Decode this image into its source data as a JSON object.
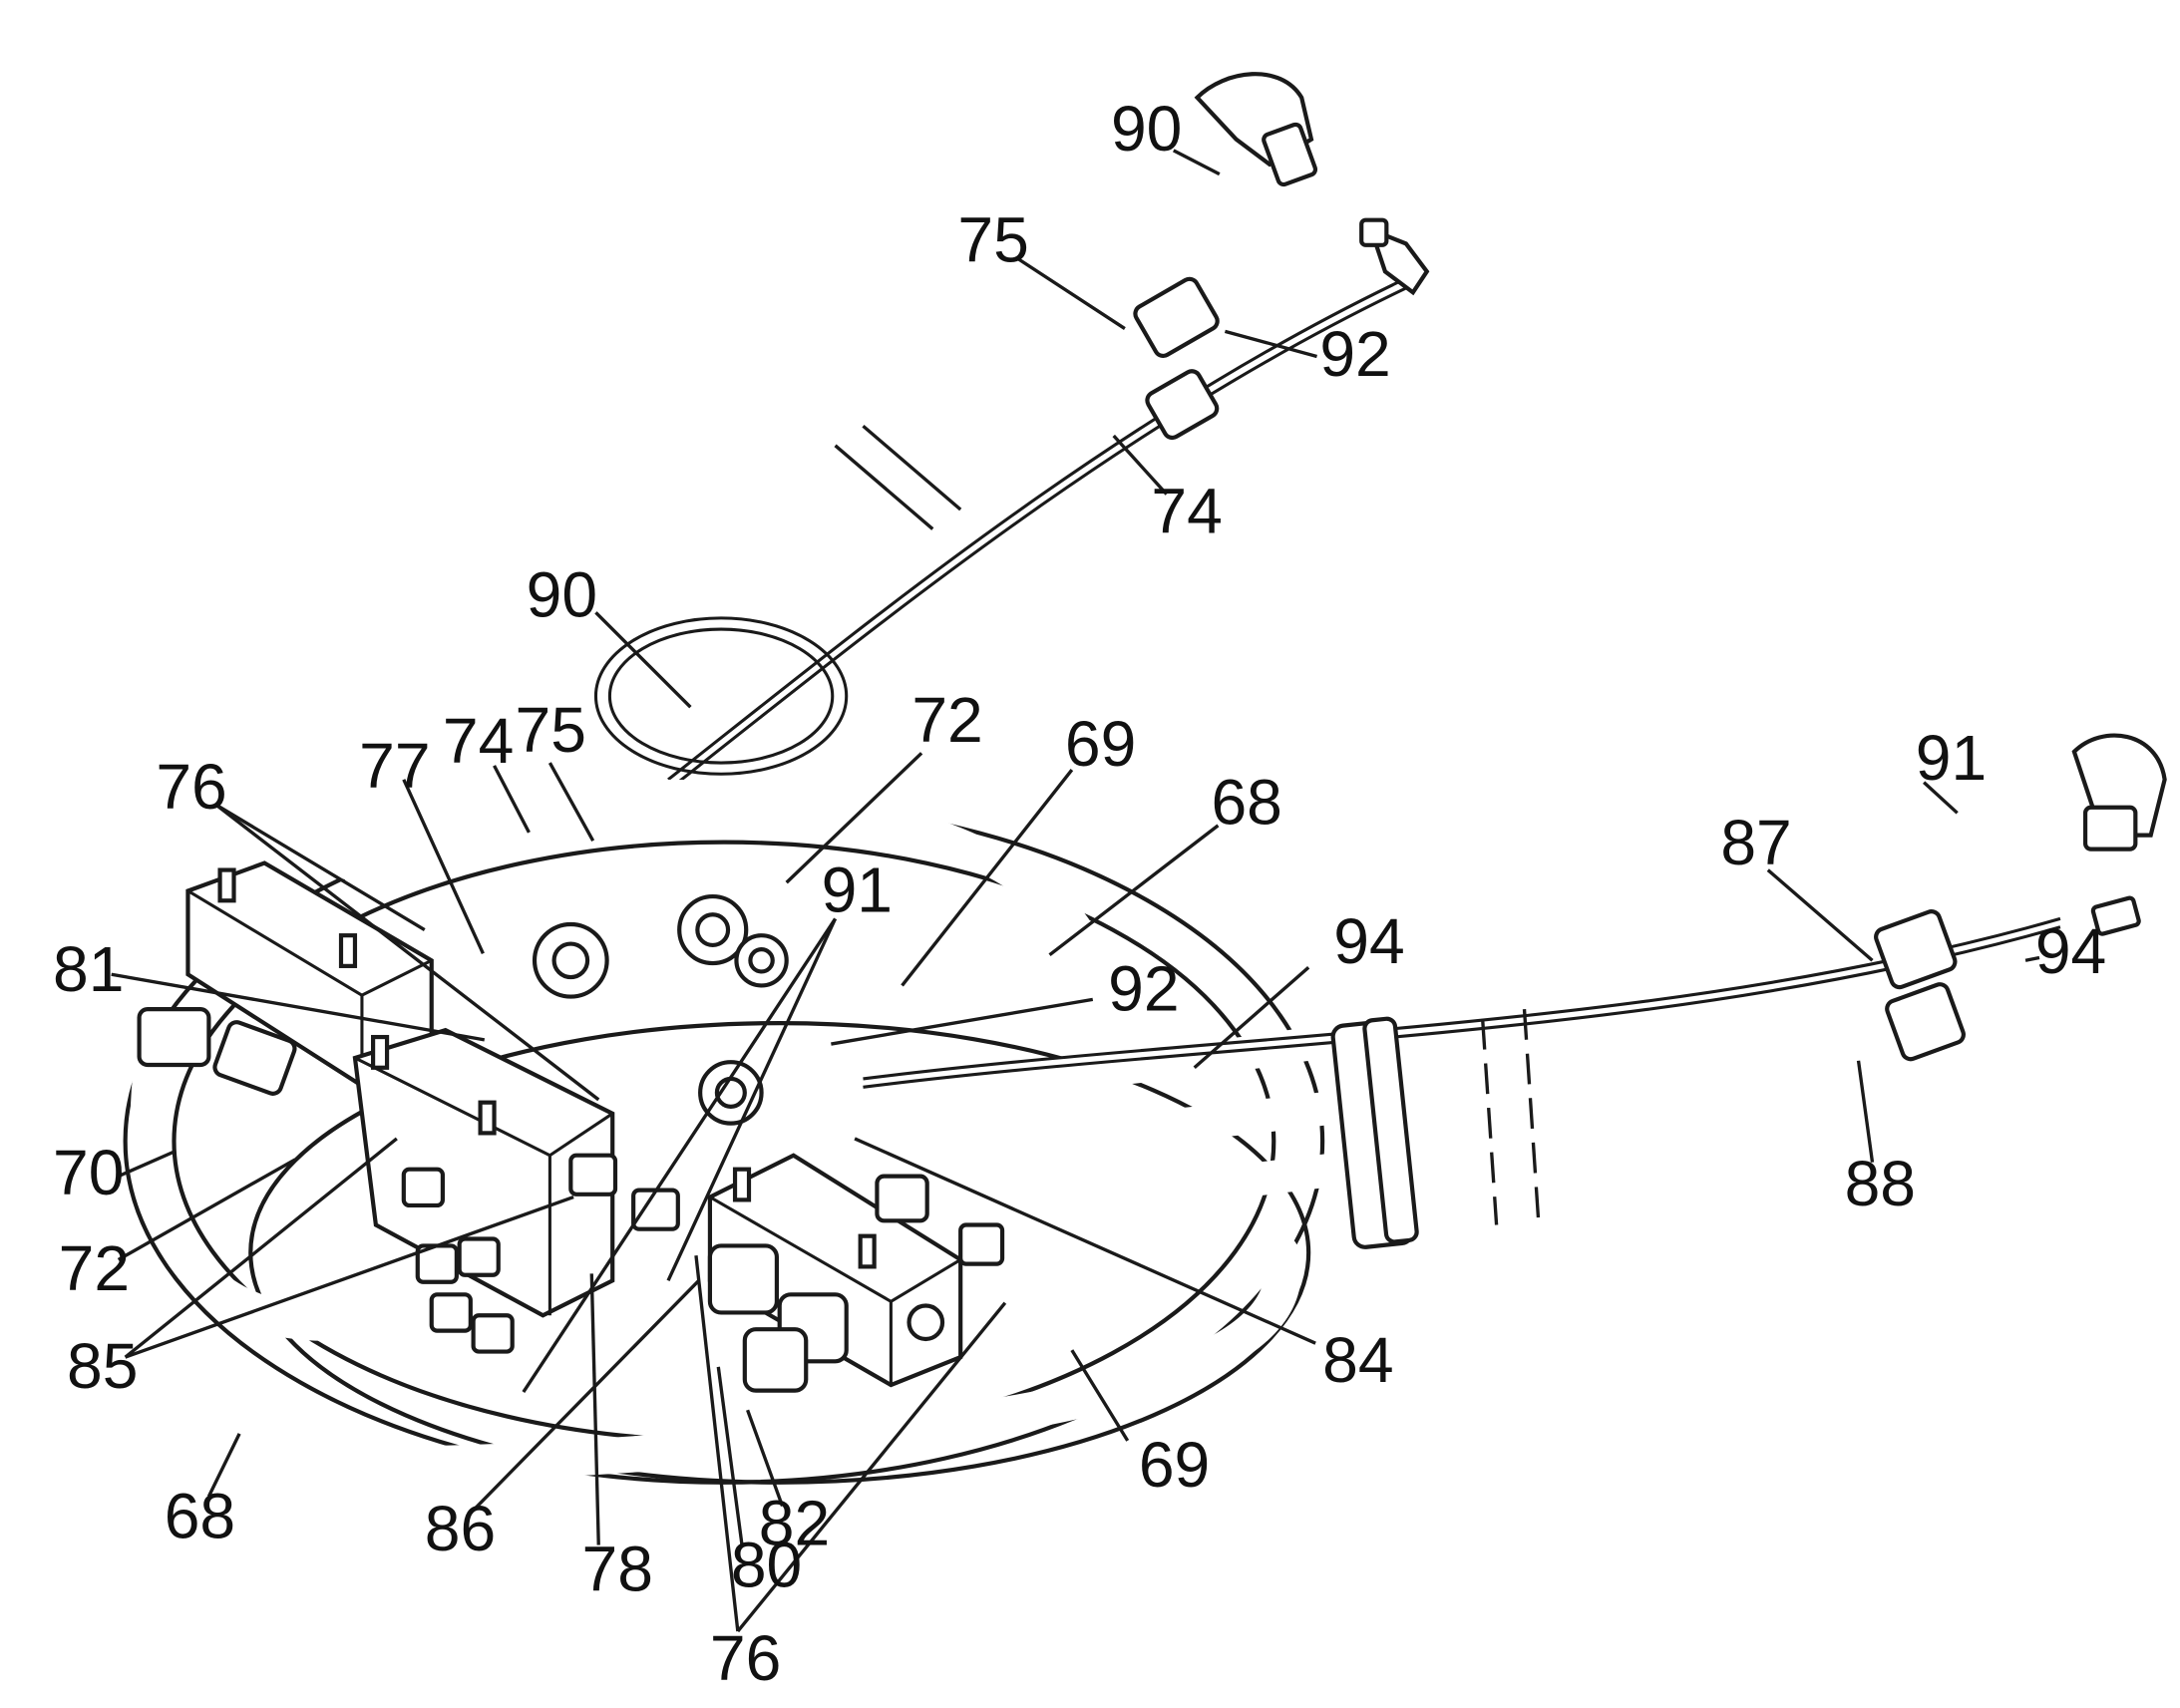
{
  "callouts": [
    {
      "id": "90-top",
      "label": "90"
    },
    {
      "id": "75-top",
      "label": "75"
    },
    {
      "id": "92-top",
      "label": "92"
    },
    {
      "id": "74-top",
      "label": "74"
    },
    {
      "id": "90-mid",
      "label": "90"
    },
    {
      "id": "77",
      "label": "77"
    },
    {
      "id": "74-mid",
      "label": "74"
    },
    {
      "id": "75-mid",
      "label": "75"
    },
    {
      "id": "72-top",
      "label": "72"
    },
    {
      "id": "69-top",
      "label": "69"
    },
    {
      "id": "68-right",
      "label": "68"
    },
    {
      "id": "76-left",
      "label": "76"
    },
    {
      "id": "91-mid",
      "label": "91"
    },
    {
      "id": "81",
      "label": "81"
    },
    {
      "id": "92-mid",
      "label": "92"
    },
    {
      "id": "94-mid",
      "label": "94"
    },
    {
      "id": "91-right",
      "label": "91"
    },
    {
      "id": "87",
      "label": "87"
    },
    {
      "id": "94-right",
      "label": "94"
    },
    {
      "id": "88",
      "label": "88"
    },
    {
      "id": "70",
      "label": "70"
    },
    {
      "id": "72-left",
      "label": "72"
    },
    {
      "id": "85",
      "label": "85"
    },
    {
      "id": "84",
      "label": "84"
    },
    {
      "id": "69-bottom",
      "label": "69"
    },
    {
      "id": "68-bottom",
      "label": "68"
    },
    {
      "id": "86",
      "label": "86"
    },
    {
      "id": "78",
      "label": "78"
    },
    {
      "id": "82",
      "label": "82"
    },
    {
      "id": "80",
      "label": "80"
    },
    {
      "id": "76-bottom",
      "label": "76"
    }
  ]
}
